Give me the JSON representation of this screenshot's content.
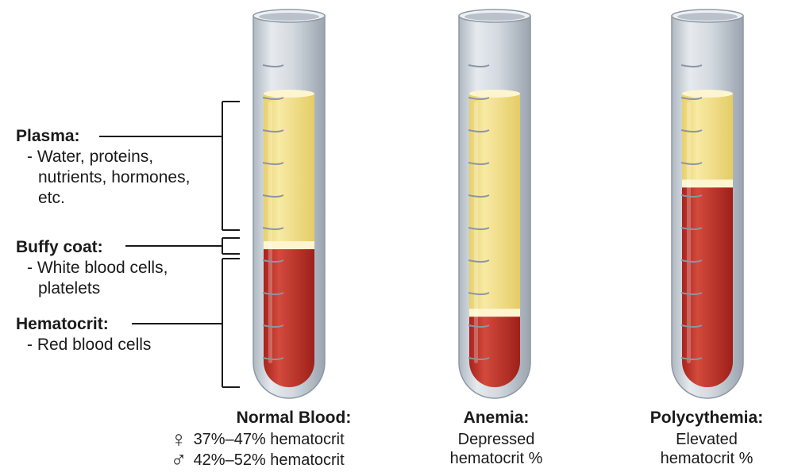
{
  "components": [
    {
      "id": "plasma",
      "title": "Plasma:",
      "lines": [
        "- Water, proteins,",
        "nutrients, hormones,",
        "etc."
      ]
    },
    {
      "id": "buffy",
      "title": "Buffy coat:",
      "lines": [
        "- White blood cells,",
        "platelets"
      ]
    },
    {
      "id": "hematocrit",
      "title": "Hematocrit:",
      "lines": [
        "- Red blood cells"
      ]
    }
  ],
  "tubes": [
    {
      "id": "normal",
      "title": "Normal Blood:",
      "ranges": [
        {
          "symbol": "♀",
          "symbol_name": "female-symbol",
          "text": "37%–47% hematocrit"
        },
        {
          "symbol": "♂",
          "symbol_name": "male-symbol",
          "text": "42%–52% hematocrit"
        }
      ],
      "red_fraction": 0.47
    },
    {
      "id": "anemia",
      "title": "Anemia:",
      "lines": [
        "Depressed",
        "hematocrit %"
      ],
      "red_fraction": 0.24
    },
    {
      "id": "polycythemia",
      "title": "Polycythemia:",
      "lines": [
        "Elevated",
        "hematocrit %"
      ],
      "red_fraction": 0.68
    }
  ],
  "colors": {
    "plasma": "#f3e08a",
    "buffy_coat": "#fdf5cf",
    "red_cells": "#c8322a",
    "glass": "#c7ced6",
    "tick": "#8a96a3",
    "bracket": "#1a1a1a"
  }
}
